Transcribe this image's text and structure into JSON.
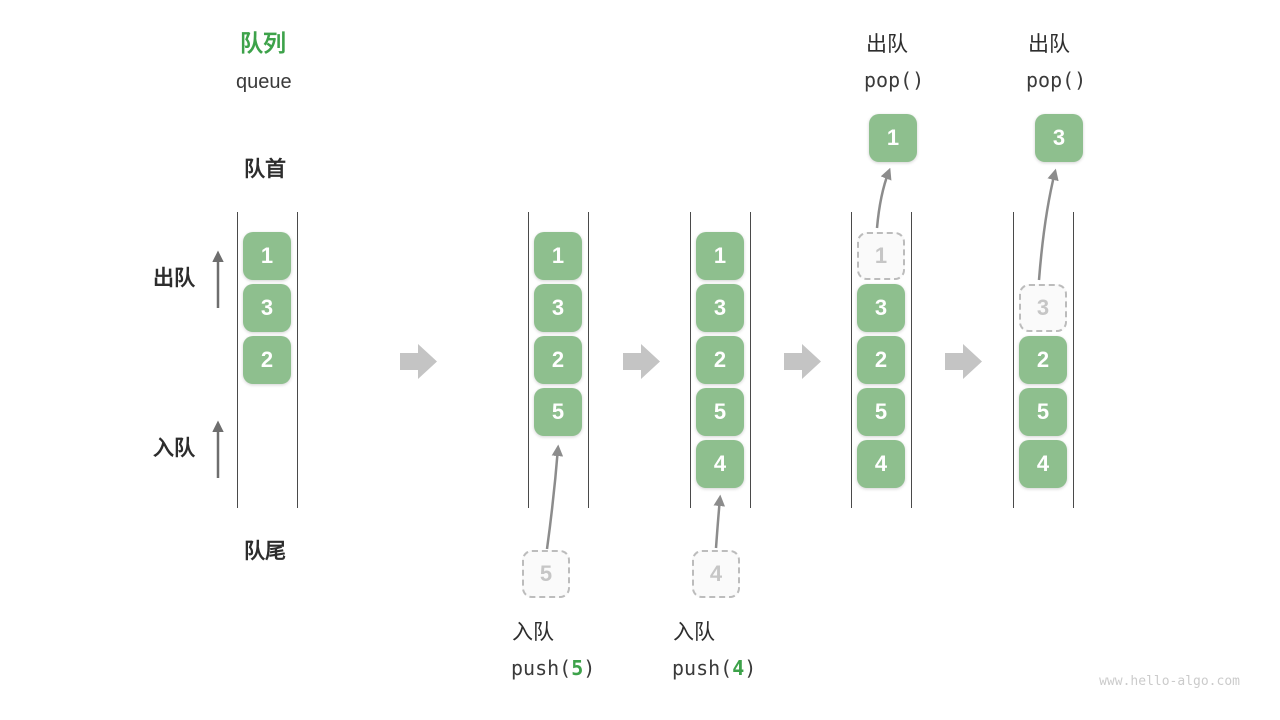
{
  "header": {
    "title_zh": "队列",
    "title_en": "queue"
  },
  "labels": {
    "front": "队首",
    "rear": "队尾",
    "dequeue_side": "出队",
    "enqueue_side": "入队"
  },
  "queues": [
    {
      "cells": [
        "1",
        "3",
        "2"
      ]
    },
    {
      "cells": [
        "1",
        "3",
        "2",
        "5"
      ],
      "ghost_below": "5"
    },
    {
      "cells": [
        "1",
        "3",
        "2",
        "5",
        "4"
      ],
      "ghost_below": "4"
    },
    {
      "ghost": "1",
      "cells": [
        "3",
        "2",
        "5",
        "4"
      ],
      "popped": "1"
    },
    {
      "ghost": "3",
      "cells": [
        "2",
        "5",
        "4"
      ],
      "popped": "3"
    }
  ],
  "ops": {
    "push5": {
      "label": "入队",
      "fn": "push(",
      "arg": "5",
      "close": ")"
    },
    "push4": {
      "label": "入队",
      "fn": "push(",
      "arg": "4",
      "close": ")"
    },
    "pop1": {
      "label": "出队",
      "fn": "pop()"
    },
    "pop2": {
      "label": "出队",
      "fn": "pop()"
    }
  },
  "watermark": "www.hello-algo.com",
  "colors": {
    "accent_green": "#3DA24A",
    "cell_green": "#8EBF8E",
    "line_dark": "#4a4a4a",
    "arrow_dark": "#6e6e6e",
    "arrow_gray": "#8c8c8c",
    "block_arrow_gray": "#c4c4c4",
    "ghost_border": "#bcbcbc",
    "ghost_text": "#c6c6c6",
    "text_dark": "#333333",
    "watermark_gray": "#cbcbcb"
  }
}
